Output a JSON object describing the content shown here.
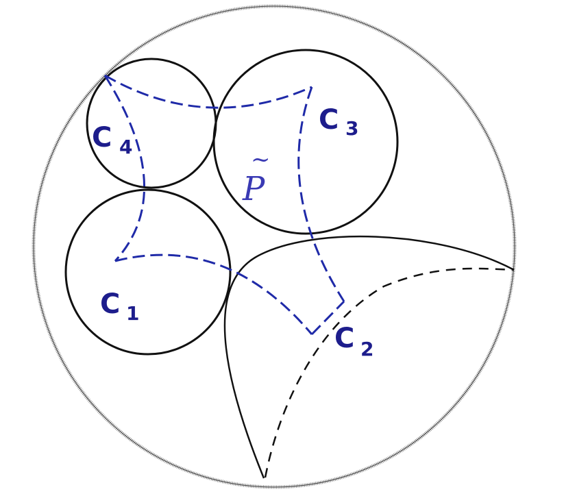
{
  "labels": {
    "c1": {
      "main": "C",
      "sub": "1"
    },
    "c2": {
      "main": "C",
      "sub": "2"
    },
    "c3": {
      "main": "C",
      "sub": "3"
    },
    "c4": {
      "main": "C",
      "sub": "4"
    },
    "p": {
      "tilde": "~",
      "main": "P"
    }
  },
  "colors": {
    "outline": "#111111",
    "boundary": "#7a7a7a",
    "polygon": "#1f2aa8",
    "label": "#1d1d8c",
    "label_p": "#3a3ab4"
  }
}
